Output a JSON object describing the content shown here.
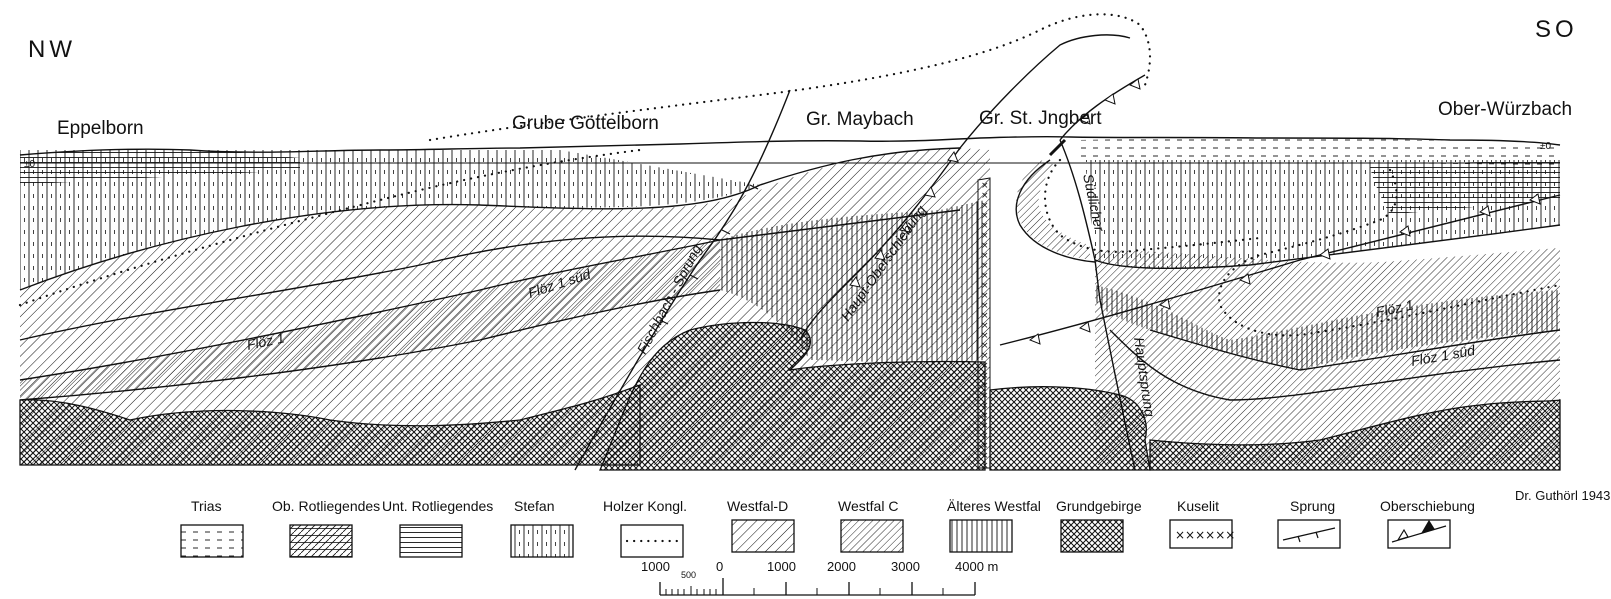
{
  "directions": {
    "left": "NW",
    "right": "SO"
  },
  "places": {
    "eppelborn": "Eppelborn",
    "goettelborn": "Grube Göttelborn",
    "maybach": "Gr. Maybach",
    "stingbert": "Gr. St. Jngbert",
    "oberwuerzbach": "Ober-Würzbach"
  },
  "level_marks": {
    "left": "±0",
    "right": "±0"
  },
  "structures": {
    "floez1_left": "Flöz 1",
    "floez1sued_left": "Flöz 1 süd",
    "fischbach_sprung": "Fischbach - Sprung",
    "haupt_oberschiebung": "Haupt-Oberschiebung",
    "suedlicher": "Südlicher",
    "hauptsprung": "Hauptsprung",
    "floez1_right": "Flöz 1",
    "floez1sued_right": "Flöz 1 süd"
  },
  "legend": [
    {
      "key": "trias",
      "label": "Trias"
    },
    {
      "key": "ob_rotliegendes",
      "label": "Ob. Rotliegendes"
    },
    {
      "key": "unt_rotliegendes",
      "label": "Unt. Rotliegendes"
    },
    {
      "key": "stefan",
      "label": "Stefan"
    },
    {
      "key": "holzer",
      "label": "Holzer Kongl."
    },
    {
      "key": "westfal_d",
      "label": "Westfal-D"
    },
    {
      "key": "westfal_c",
      "label": "Westfal C"
    },
    {
      "key": "aelteres",
      "label": "Älteres Westfal"
    },
    {
      "key": "grundgebirge",
      "label": "Grundgebirge"
    },
    {
      "key": "kuselit",
      "label": "Kuselit"
    },
    {
      "key": "sprung",
      "label": "Sprung"
    },
    {
      "key": "oberschiebung",
      "label": "Oberschiebung"
    }
  ],
  "scale": {
    "unit": "m",
    "ticks": [
      "1000",
      "500",
      "0",
      "1000",
      "2000",
      "3000",
      "4000 m"
    ]
  },
  "credit": "Dr. Guthörl 1943"
}
